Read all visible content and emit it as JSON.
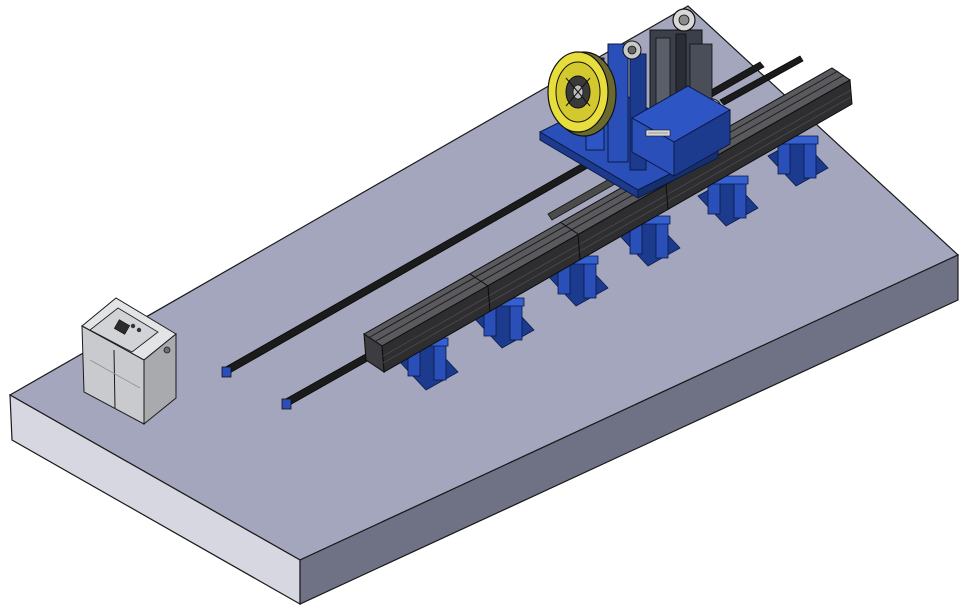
{
  "scene": {
    "description_visible_text": [],
    "colors": {
      "background": "#ffffff",
      "platform_top": "#a3a6bd",
      "platform_front": "#8e91a6",
      "platform_side": "#6f7285",
      "edge": "#1a1a1a",
      "stand_blue": "#2a4fb8",
      "stand_blue_dark": "#1c3a8e",
      "rail_black": "#1b1b1b",
      "rail_grey": "#3a3a3a",
      "cabinet_light": "#e3e4e6",
      "cabinet_mid": "#c9cacd",
      "cabinet_dark": "#a9aaae",
      "sheave_yellow": "#e7dd3c",
      "sheave_dark": "#6b6a2e",
      "machine_frame": "#3b3f4a"
    },
    "components": {
      "platform": "base-platform",
      "control_cabinet": "control-cabinet",
      "rail_long": "guide-rail-long",
      "rail_short": "guide-rail-short",
      "beam": "support-beam",
      "stands_count": 6,
      "machine": "traction-machine"
    }
  }
}
